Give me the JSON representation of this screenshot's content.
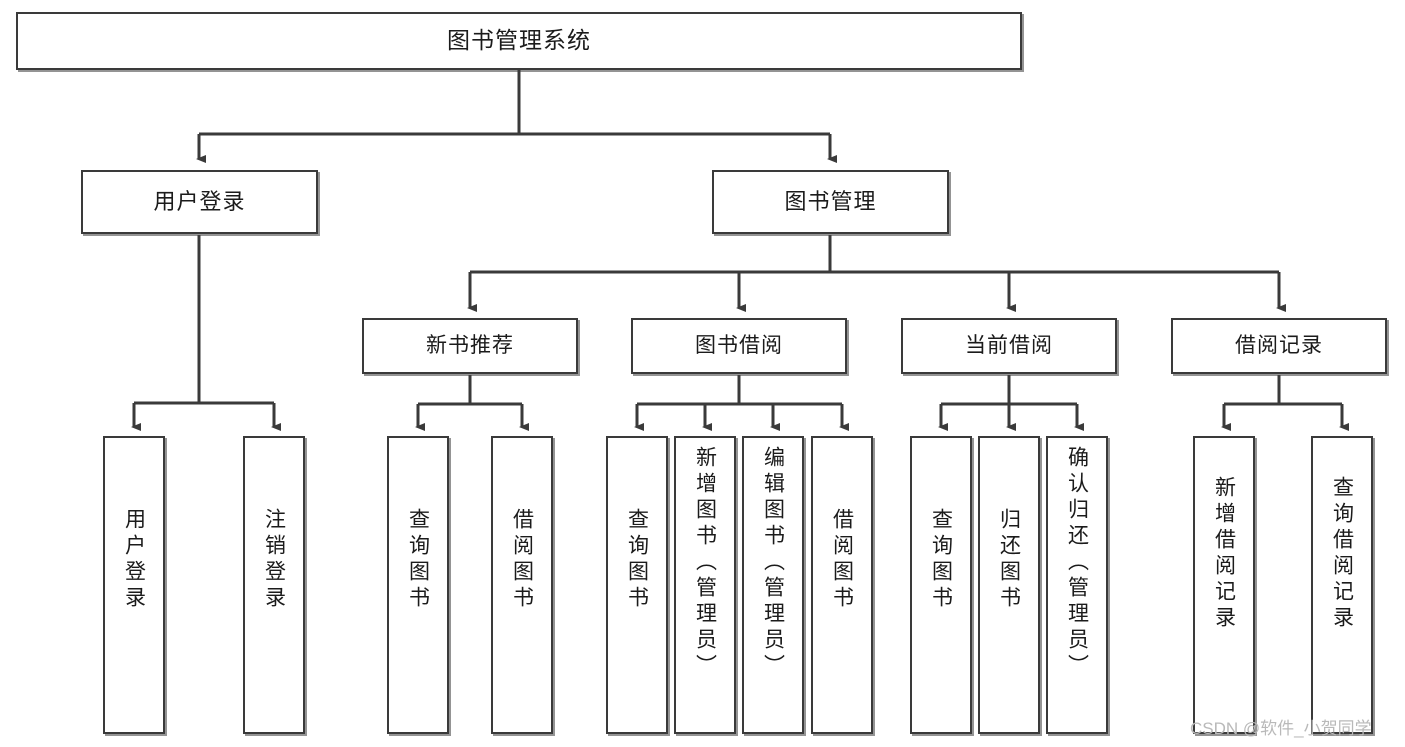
{
  "diagram": {
    "title": "图书管理系统",
    "watermark": "CSDN @软件_小贺同学",
    "colors": {
      "stroke": "#3a3a3a",
      "text": "#1b1b1b",
      "background": "#ffffff",
      "watermark": "#b9b9b9"
    },
    "root": {
      "label": "图书管理系统"
    },
    "level2": [
      {
        "label": "用户登录"
      },
      {
        "label": "图书管理"
      }
    ],
    "level3": [
      {
        "label": "新书推荐"
      },
      {
        "label": "图书借阅"
      },
      {
        "label": "当前借阅"
      },
      {
        "label": "借阅记录"
      }
    ],
    "leaves": {
      "user_login": [
        {
          "label": "用户登录"
        },
        {
          "label": "注销登录"
        }
      ],
      "new_book_recommend": [
        {
          "label": "查询图书"
        },
        {
          "label": "借阅图书"
        }
      ],
      "book_borrow": [
        {
          "label": "查询图书"
        },
        {
          "label": "新增图书（管理员）"
        },
        {
          "label": "编辑图书（管理员）"
        },
        {
          "label": "借阅图书"
        }
      ],
      "current_borrow": [
        {
          "label": "查询图书"
        },
        {
          "label": "归还图书"
        },
        {
          "label": "确认归还（管理员）"
        }
      ],
      "borrow_record": [
        {
          "label": "新增借阅记录"
        },
        {
          "label": "查询借阅记录"
        }
      ]
    }
  }
}
